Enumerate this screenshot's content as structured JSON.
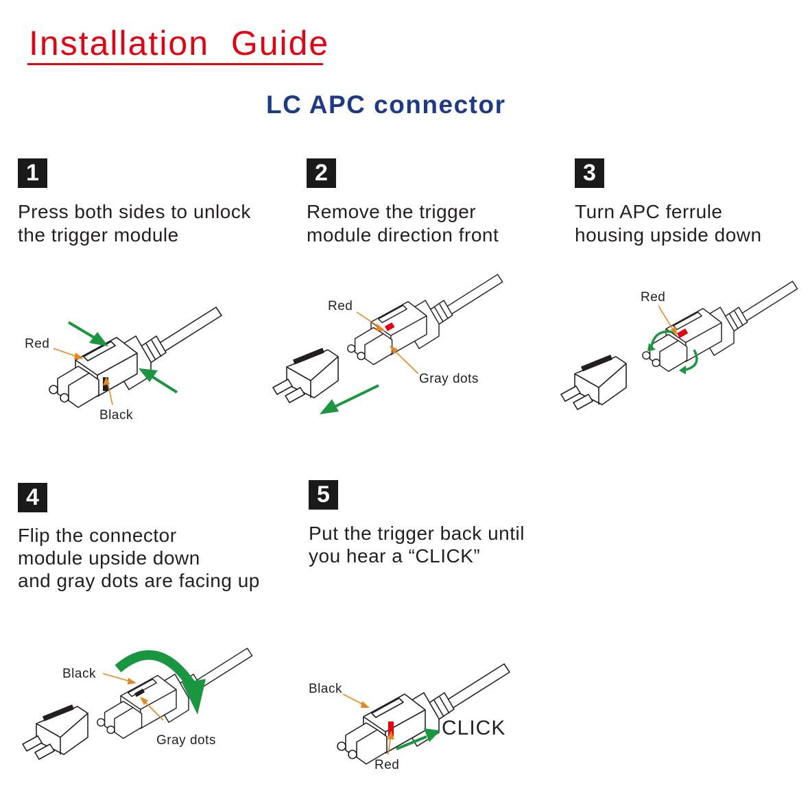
{
  "header": {
    "title": "Installation  Guide",
    "subtitle": "LC APC connector"
  },
  "colors": {
    "title_red": "#e60012",
    "subtitle_blue": "#1d3a8a",
    "arrow_green": "#1a9641",
    "leader_orange": "#e8871e",
    "marker_red": "#e60012"
  },
  "steps": [
    {
      "number": "1",
      "lines": [
        "Press both sides to unlock",
        "the trigger module"
      ],
      "labels": [
        "Red",
        "Black"
      ]
    },
    {
      "number": "2",
      "lines": [
        "Remove the trigger",
        "module direction front"
      ],
      "labels": [
        "Red",
        "Gray dots"
      ]
    },
    {
      "number": "3",
      "lines": [
        "Turn APC ferrule",
        "housing upside down"
      ],
      "labels": [
        "Red"
      ]
    },
    {
      "number": "4",
      "lines": [
        "Flip the connector",
        "module upside down",
        "and gray dots are facing up"
      ],
      "labels": [
        "Black",
        "Gray dots"
      ]
    },
    {
      "number": "5",
      "lines": [
        "Put the trigger back until",
        "you hear a “CLICK”"
      ],
      "labels": [
        "Black",
        "Red"
      ],
      "click_text": "CLICK"
    }
  ],
  "icons": [
    "connector-drawing",
    "green-arrow",
    "rotate-arrow",
    "flip-arrow"
  ]
}
